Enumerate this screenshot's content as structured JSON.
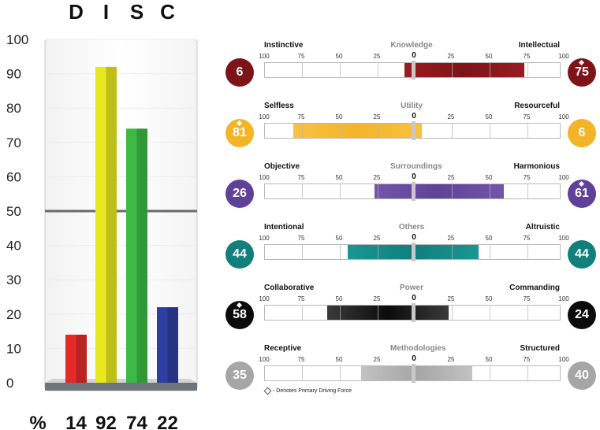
{
  "chart_data": [
    {
      "type": "bar",
      "categories": [
        "D",
        "I",
        "S",
        "C"
      ],
      "values": [
        14,
        92,
        74,
        22
      ],
      "value_prefix": "%",
      "ylim": [
        0,
        100
      ],
      "yticks": [
        0,
        10,
        20,
        30,
        40,
        50,
        60,
        70,
        80,
        90,
        100
      ],
      "reference_line": 50,
      "colors": [
        "#e52a2a",
        "#e8e81f",
        "#3cba45",
        "#2f3ea0"
      ],
      "grid": true,
      "legend": "none"
    },
    {
      "type": "bar",
      "subtype": "diverging",
      "scale_ticks": [
        "100",
        "75",
        "50",
        "25",
        "0",
        "25",
        "50",
        "75",
        "100"
      ],
      "legend_note": "- Denotes Primary Driving Force",
      "series": [
        {
          "name": "Knowledge",
          "left_label": "Instinctive",
          "right_label": "Intellectual",
          "left_value": 6,
          "right_value": 75,
          "primary": "right",
          "color": "#7d1418",
          "color_light": "#9b1c20"
        },
        {
          "name": "Utility",
          "left_label": "Selfless",
          "right_label": "Resourceful",
          "left_value": 81,
          "right_value": 6,
          "primary": "left",
          "color": "#f4b428",
          "color_light": "#f7c243"
        },
        {
          "name": "Surroundings",
          "left_label": "Objective",
          "right_label": "Harmonious",
          "left_value": 26,
          "right_value": 61,
          "primary": "right",
          "color": "#5f4199",
          "color_light": "#7356ab"
        },
        {
          "name": "Others",
          "left_label": "Intentional",
          "right_label": "Altruistic",
          "left_value": 44,
          "right_value": 44,
          "primary": "none",
          "color": "#117f7c",
          "color_light": "#199693"
        },
        {
          "name": "Power",
          "left_label": "Collaborative",
          "right_label": "Commanding",
          "left_value": 58,
          "right_value": 24,
          "primary": "left",
          "color": "#0b0b0b",
          "color_light": "#3a3a3a"
        },
        {
          "name": "Methodologies",
          "left_label": "Receptive",
          "right_label": "Structured",
          "left_value": 35,
          "right_value": 40,
          "primary": "none",
          "color": "#a6a6a6",
          "color_light": "#c2c2c2"
        }
      ]
    }
  ]
}
